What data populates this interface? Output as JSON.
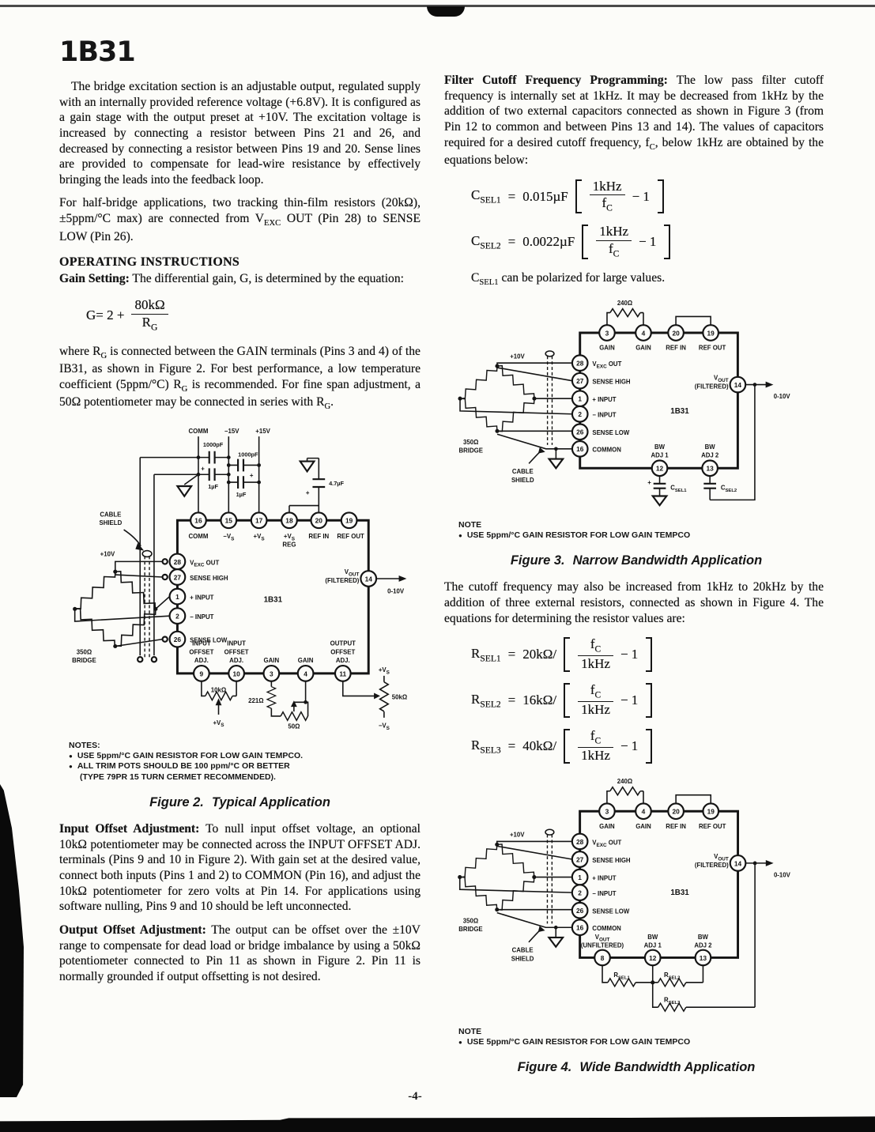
{
  "footer": {
    "page_number": "-4-"
  },
  "left": {
    "title": "1B31",
    "p1": "The bridge excitation section is an adjustable output, regulated supply with an internally provided reference voltage (+6.8V). It is configured as a gain stage with the output preset at +10V. The excitation voltage is increased by connecting a resistor between Pins 21 and 26, and decreased by connecting a resistor between Pins 19 and 20. Sense lines are provided to compensate for lead-wire resistance by effectively bringing the leads into the feedback loop.",
    "p2": {
      "a": "For half-bridge applications, two tracking thin-film resistors (20kΩ), ±5ppm/°C max) are connected from V",
      "sub": "EXC",
      "b": " OUT (Pin 28) to SENSE LOW (Pin 26)."
    },
    "sect_heading": "OPERATING INSTRUCTIONS",
    "gain": {
      "lead": "Gain Setting:",
      "text": " The differential gain, G, is determined by the equation:"
    },
    "eq_g": {
      "lhs": "G= 2 +",
      "num": "80kΩ",
      "den": "R",
      "den_sub": "G"
    },
    "where": {
      "a": "where R",
      "a_sub": "G",
      "b": " is connected between the GAIN terminals (Pins 3 and 4) of the IB31, as shown in Figure 2. For best performance, a low temperature coefficient (5ppm/°C) R",
      "b_sub": "G",
      "c": " is recommended. For fine span adjustment, a 50Ω potentiometer may be connected in series with R",
      "c_sub": "G",
      "d": "."
    },
    "input_offset": {
      "lead": "Input Offset Adjustment:",
      "text": " To null input offset voltage, an optional 10kΩ potentiometer may be connected across the INPUT OFFSET ADJ. terminals (Pins 9 and 10 in Figure 2). With gain set at the desired value, connect both inputs (Pins 1 and 2) to COMMON (Pin 16), and adjust the 10kΩ potentiometer for zero volts at Pin 14. For applications using software nulling, Pins 9 and 10 should be left unconnected."
    },
    "output_offset": {
      "lead": "Output Offset Adjustment:",
      "text": " The output can be offset over the ±10V range to compensate for dead load or bridge imbalance by using a 50kΩ potentiometer connected to Pin 11 as shown in Figure 2. Pin 11 is normally grounded if output offsetting is not desired."
    }
  },
  "right": {
    "filter": {
      "lead": "Filter Cutoff Frequency Programming:",
      "a": " The low pass filter cutoff frequency is internally set at 1kHz. It may be decreased from 1kHz by the addition of two external capacitors connected as shown in Figure 3 (from Pin 12 to common and between Pins 13 and 14). The values of capacitors required for a desired cutoff frequency, f",
      "a_sub": "C",
      "b": ", below 1kHz are obtained by the equations below:"
    },
    "eq_c1": {
      "lhs": "C",
      "lhs_sub": "SEL1",
      "eqs": "=",
      "coef": "0.015µF",
      "num": "1kHz",
      "den": "f",
      "den_sub": "C",
      "tail": "− 1"
    },
    "eq_c2": {
      "lhs": "C",
      "lhs_sub": "SEL2",
      "eqs": "=",
      "coef": "0.0022µF",
      "num": "1kHz",
      "den": "f",
      "den_sub": "C",
      "tail": "− 1"
    },
    "polarized": {
      "a": "C",
      "sub": "SEL1",
      "b": " can be polarized for large values."
    },
    "cutoff2": "The cutoff frequency may also be increased from 1kHz to 20kHz by the addition of three external resistors, connected as shown in Figure 4. The equations for determining the resistor values are:",
    "eq_r1": {
      "lhs": "R",
      "lhs_sub": "SEL1",
      "eqs": "=",
      "coef": "20kΩ/",
      "num": "f",
      "num_sub": "C",
      "den": "1kHz",
      "tail": "− 1"
    },
    "eq_r2": {
      "lhs": "R",
      "lhs_sub": "SEL2",
      "eqs": "=",
      "coef": "16kΩ/",
      "num": "f",
      "num_sub": "C",
      "den": "1kHz",
      "tail": "− 1"
    },
    "eq_r3": {
      "lhs": "R",
      "lhs_sub": "SEL3",
      "eqs": "=",
      "coef": "40kΩ/",
      "num": "f",
      "num_sub": "C",
      "den": "1kHz",
      "tail": "− 1"
    }
  },
  "fig2": {
    "supply": {
      "comm": "COMM",
      "m15": "−15V",
      "p15": "+15V"
    },
    "c1000a": "1000pF",
    "c1ua": "1µF",
    "c1000b": "1000pF",
    "c1ub": "1µF",
    "c47": "4.7µF",
    "plus": "+",
    "cable1": "CABLE",
    "cable2": "SHIELD",
    "v10": "+10V",
    "bridge1": "350Ω",
    "bridge2": "BRIDGE",
    "chip": "1B31",
    "out_range": "0-10V",
    "r10k": "10kΩ",
    "r221": "221Ω",
    "r50": "50Ω",
    "r50k": "50kΩ",
    "pvs1": "+V",
    "pvs1_sub": "S",
    "pvs2": "+V",
    "pvs2_sub": "S",
    "mvs": "−V",
    "mvs_sub": "S",
    "pins": {
      "p16": {
        "n": "16",
        "l": "COMM"
      },
      "p15": {
        "n": "15",
        "l": "−V",
        "sub": "S"
      },
      "p17": {
        "n": "17",
        "l": "+V",
        "sub": "S"
      },
      "p18": {
        "n": "18",
        "l": "+V",
        "sub": "S",
        "l2": "REG"
      },
      "p20": {
        "n": "20",
        "l": "REF IN"
      },
      "p19": {
        "n": "19",
        "l": "REF OUT"
      },
      "p28": {
        "n": "28",
        "l": "V",
        "sub": "EXC",
        "l2": " OUT"
      },
      "p27": {
        "n": "27",
        "l": "SENSE HIGH"
      },
      "p1": {
        "n": "1",
        "l": "+ INPUT"
      },
      "p2": {
        "n": "2",
        "l": "− INPUT"
      },
      "p26": {
        "n": "26",
        "l": "SENSE LOW"
      },
      "p9": {
        "n": "9",
        "l1": "INPUT",
        "l2": "OFFSET",
        "l3": "ADJ."
      },
      "p10": {
        "n": "10",
        "l1": "INPUT",
        "l2": "OFFSET",
        "l3": "ADJ."
      },
      "p3": {
        "n": "3",
        "l": "GAIN"
      },
      "p4": {
        "n": "4",
        "l": "GAIN"
      },
      "p11": {
        "n": "11",
        "l1": "OUTPUT",
        "l2": "OFFSET",
        "l3": "ADJ."
      },
      "p14": {
        "n": "14",
        "l": "V",
        "sub": "OUT",
        "l2": "(FILTERED)"
      }
    },
    "notes_title": "NOTES:",
    "note1": "USE 5ppm/°C GAIN RESISTOR FOR LOW GAIN TEMPCO.",
    "note2": "ALL TRIM POTS SHOULD BE 100 ppm/°C OR BETTER",
    "note3": "(TYPE 79PR 15 TURN CERMET RECOMMENDED).",
    "cap_num": "Figure 2.",
    "cap_text": "Typical Application"
  },
  "fig3": {
    "r240": "240Ω",
    "v10": "+10V",
    "bridge1": "350Ω",
    "bridge2": "BRIDGE",
    "cable1": "CABLE",
    "cable2": "SHIELD",
    "chip": "1B31",
    "out_range": "0-10V",
    "plus": "+",
    "pins": {
      "p3": {
        "n": "3",
        "l": "GAIN"
      },
      "p4": {
        "n": "4",
        "l": "GAIN"
      },
      "p20": {
        "n": "20",
        "l": "REF IN"
      },
      "p19": {
        "n": "19",
        "l": "REF OUT"
      },
      "p28": {
        "n": "28",
        "l": "V",
        "sub": "EXC",
        "l2": " OUT"
      },
      "p27": {
        "n": "27",
        "l": "SENSE HIGH"
      },
      "p1": {
        "n": "1",
        "l": "+ INPUT"
      },
      "p2": {
        "n": "2",
        "l": "− INPUT"
      },
      "p26": {
        "n": "26",
        "l": "SENSE LOW"
      },
      "p16": {
        "n": "16",
        "l": "COMMON"
      },
      "p14": {
        "n": "14",
        "l": "V",
        "sub": "OUT",
        "l2": "(FILTERED)"
      },
      "p12": {
        "n": "12",
        "l1": "BW",
        "l2": "ADJ 1"
      },
      "p13": {
        "n": "13",
        "l1": "BW",
        "l2": "ADJ 2"
      }
    },
    "csel1": {
      "l": "C",
      "sub": "SEL1"
    },
    "csel2": {
      "l": "C",
      "sub": "SEL2"
    },
    "note_title": "NOTE",
    "note1": "USE 5ppm/°C GAIN RESISTOR FOR LOW GAIN TEMPCO",
    "cap_num": "Figure 3.",
    "cap_text": "Narrow Bandwidth Application"
  },
  "fig4": {
    "r240": "240Ω",
    "v10": "+10V",
    "bridge1": "350Ω",
    "bridge2": "BRIDGE",
    "cable1": "CABLE",
    "cable2": "SHIELD",
    "chip": "1B31",
    "out_range": "0-10V",
    "pins": {
      "p3": {
        "n": "3",
        "l": "GAIN"
      },
      "p4": {
        "n": "4",
        "l": "GAIN"
      },
      "p20": {
        "n": "20",
        "l": "REF IN"
      },
      "p19": {
        "n": "19",
        "l": "REF OUT"
      },
      "p28": {
        "n": "28",
        "l": "V",
        "sub": "EXC",
        "l2": " OUT"
      },
      "p27": {
        "n": "27",
        "l": "SENSE HIGH"
      },
      "p1": {
        "n": "1",
        "l": "+ INPUT"
      },
      "p2": {
        "n": "2",
        "l": "− INPUT"
      },
      "p26": {
        "n": "26",
        "l": "SENSE LOW"
      },
      "p16": {
        "n": "16",
        "l": "COMMON"
      },
      "p14": {
        "n": "14",
        "l": "V",
        "sub": "OUT",
        "l2": "(FILTERED)"
      },
      "p8": {
        "n": "8",
        "l1": "V",
        "l1_sub": "OUT",
        "l2": "(UNFILTERED)"
      },
      "p12": {
        "n": "12",
        "l1": "BW",
        "l2": "ADJ 1"
      },
      "p13": {
        "n": "13",
        "l1": "BW",
        "l2": "ADJ 2"
      }
    },
    "rsel1": {
      "l": "R",
      "sub": "SEL1"
    },
    "rsel2": {
      "l": "R",
      "sub": "SEL2"
    },
    "rsel3": {
      "l": "R",
      "sub": "SEL3"
    },
    "note_title": "NOTE",
    "note1": "USE 5ppm/°C GAIN RESISTOR FOR LOW GAIN TEMPCO",
    "cap_num": "Figure 4.",
    "cap_text": "Wide Bandwidth Application"
  }
}
